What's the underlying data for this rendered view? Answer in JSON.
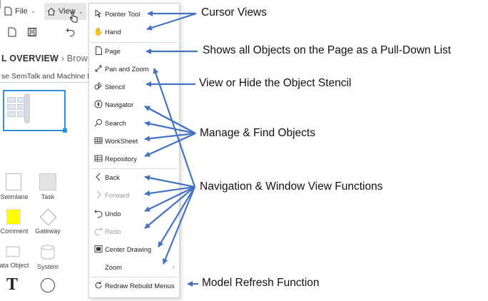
{
  "toolbar": {
    "file_label": "File",
    "view_label": "View"
  },
  "breadcrumb": {
    "main": "L OVERVIEW",
    "sep": " › ",
    "next": "Brows"
  },
  "doc_title": "se SemTalk and Machine Le",
  "stencils": [
    {
      "label": "Swimlane"
    },
    {
      "label": "Task"
    },
    {
      "label": "Comment"
    },
    {
      "label": "Gateway"
    },
    {
      "label": "ata Object"
    },
    {
      "label": "System"
    },
    {
      "label": "T"
    }
  ],
  "menu": {
    "items": [
      {
        "label": "Pointer Tool",
        "icon": "pointer-icon"
      },
      {
        "label": "Hand",
        "icon": "hand-icon"
      },
      {
        "label": "Page",
        "icon": "page-icon"
      },
      {
        "label": "Pan and Zoom",
        "icon": "pan-zoom-icon"
      },
      {
        "label": "Stencil",
        "icon": "stencil-icon"
      },
      {
        "label": "Navigator",
        "icon": "navigator-icon"
      },
      {
        "label": "Search",
        "icon": "search-icon"
      },
      {
        "label": "WorkSheet",
        "icon": "worksheet-icon"
      },
      {
        "label": "Repository",
        "icon": "repository-icon"
      },
      {
        "label": "Back",
        "icon": "back-icon"
      },
      {
        "label": "Forward",
        "icon": "forward-icon"
      },
      {
        "label": "Undo",
        "icon": "undo-icon"
      },
      {
        "label": "Redo",
        "icon": "redo-icon"
      },
      {
        "label": "Center Drawing",
        "icon": "center-drawing-icon"
      },
      {
        "label": "Zoom",
        "icon": ""
      },
      {
        "label": "Redraw Rebuild Menus",
        "icon": "refresh-icon"
      }
    ]
  },
  "annotations": {
    "cursor_views": "Cursor Views",
    "page_list": "Shows all Objects on the Page as a Pull-Down List",
    "stencil": "View or Hide the Object Stencil",
    "manage_find": "Manage & Find Objects",
    "navigation": "Navigation & Window View Functions",
    "refresh": "Model Refresh Function"
  },
  "colors": {
    "arrow": "#4472c4",
    "selection": "#2f8fde",
    "comment_fill": "#ffff00"
  }
}
